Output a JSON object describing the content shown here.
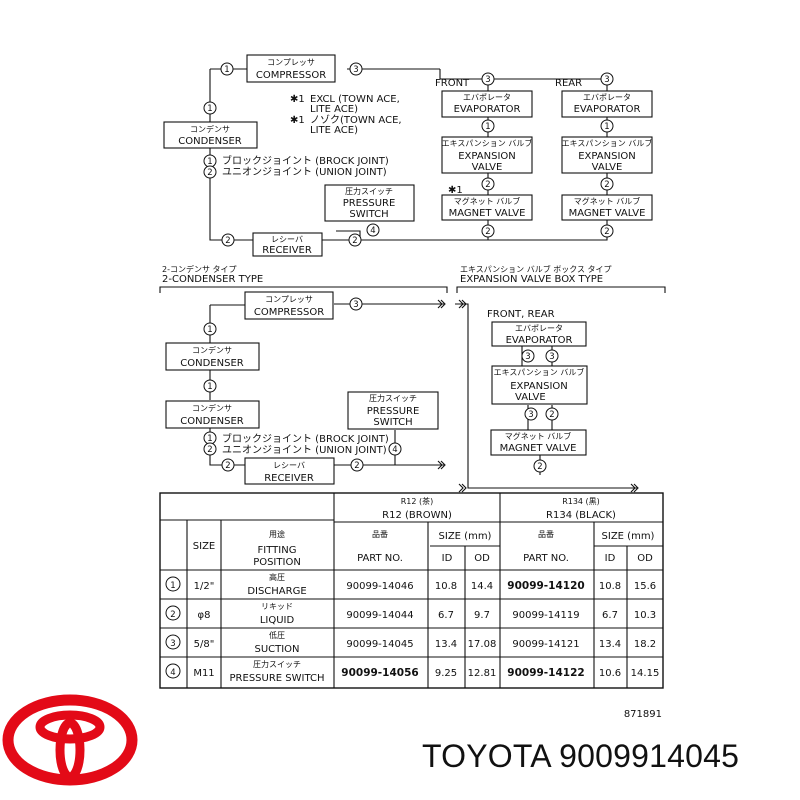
{
  "system_diagram": {
    "compressor_jp": "コンプレッサ",
    "compressor": "COMPRESSOR",
    "condenser_jp": "コンデンサ",
    "condenser": "CONDENSER",
    "receiver_jp": "レシーバ",
    "receiver": "RECEIVER",
    "pressure_switch_jp": "圧力スイッチ",
    "pressure_switch_1": "PRESSURE",
    "pressure_switch_2": "SWITCH",
    "evaporator_jp": "エバポレータ",
    "evaporator": "EVAPORATOR",
    "expansion_valve_jp": "エキスパンション バルブ",
    "expansion_valve_1": "EXPANSION",
    "expansion_valve_2": "VALVE",
    "magnet_valve_jp": "マグネット バルブ",
    "magnet_valve": "MAGNET VALVE",
    "front_label": "FRONT",
    "rear_label": "REAR",
    "note_excl_1": "EXCL (TOWN ACE,",
    "note_excl_2": "LITE ACE)",
    "note_only_1": "ノゾク(TOWN ACE,",
    "note_only_2": "LITE ACE)",
    "note_mark": "✱1",
    "legend_1": "ブロックジョイント (BROCK JOINT)",
    "legend_2": "ユニオンジョイント (UNION JOINT)",
    "two_condenser_jp": "2-コンデンサ タイプ",
    "two_condenser": "2-CONDENSER TYPE",
    "box_type_jp": "エキスパンション バルブ ボックス タイプ",
    "box_type": "EXPANSION VALVE BOX TYPE",
    "front_rear": "FRONT, REAR"
  },
  "parts_table": {
    "r12_jp": "R12 (茶)",
    "r12": "R12 (BROWN)",
    "r134_jp": "R134 (黒)",
    "r134": "R134 (BLACK)",
    "size_header": "SIZE",
    "position_jp": "用途",
    "position_1": "FITTING",
    "position_2": "POSITION",
    "part_jp": "品番",
    "part_no": "PART NO.",
    "size_mm": "SIZE (mm)",
    "id": "ID",
    "od": "OD",
    "rows": [
      {
        "num": "1",
        "size": "1/2\"",
        "pos_jp": "高圧",
        "pos": "DISCHARGE",
        "r12_part": "90099-14046",
        "r12_id": "10.8",
        "r12_od": "14.4",
        "r134_part": "90099-14120",
        "r134_id": "10.8",
        "r134_od": "15.6"
      },
      {
        "num": "2",
        "size": "φ8",
        "pos_jp": "リキッド",
        "pos": "LIQUID",
        "r12_part": "90099-14044",
        "r12_id": "6.7",
        "r12_od": "9.7",
        "r134_part": "90099-14119",
        "r134_id": "6.7",
        "r134_od": "10.3"
      },
      {
        "num": "3",
        "size": "5/8\"",
        "pos_jp": "低圧",
        "pos": "SUCTION",
        "r12_part": "90099-14045",
        "r12_id": "13.4",
        "r12_od": "17.08",
        "r134_part": "90099-14121",
        "r134_id": "13.4",
        "r134_od": "18.2"
      },
      {
        "num": "4",
        "size": "M11",
        "pos_jp": "圧力スイッチ",
        "pos": "PRESSURE SWITCH",
        "r12_part": "90099-14056",
        "r12_id": "9.25",
        "r12_od": "12.81",
        "r134_part": "90099-14122",
        "r134_id": "10.6",
        "r134_od": "14.15"
      }
    ]
  },
  "figure_code": "871891",
  "brand": {
    "title": "TOYOTA 9009914045",
    "logo_color": "#e30a17"
  }
}
